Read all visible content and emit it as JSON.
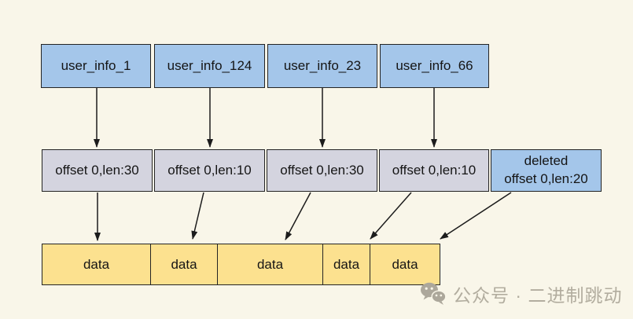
{
  "colors": {
    "background": "#F9F6E9",
    "box_blue": "#A4C6EA",
    "box_gray": "#D4D4DF",
    "box_yellow": "#FCE18F",
    "border": "#242424",
    "watermark": "#B2AD9F"
  },
  "top_row": {
    "items": [
      {
        "label": "user_info_1"
      },
      {
        "label": "user_info_124"
      },
      {
        "label": "user_info_23"
      },
      {
        "label": "user_info_66"
      }
    ]
  },
  "middle_row": {
    "items": [
      {
        "label": "offset 0,len:30"
      },
      {
        "label": "offset 0,len:10"
      },
      {
        "label": "offset 0,len:30"
      },
      {
        "label": "offset 0,len:10"
      },
      {
        "line1": "deleted",
        "line2": "offset 0,len:20"
      }
    ]
  },
  "bottom_row": {
    "items": [
      {
        "label": "data"
      },
      {
        "label": "data"
      },
      {
        "label": "data"
      },
      {
        "label": "data"
      },
      {
        "label": "data"
      }
    ]
  },
  "watermark": {
    "text": "公众号 · 二进制跳动"
  }
}
